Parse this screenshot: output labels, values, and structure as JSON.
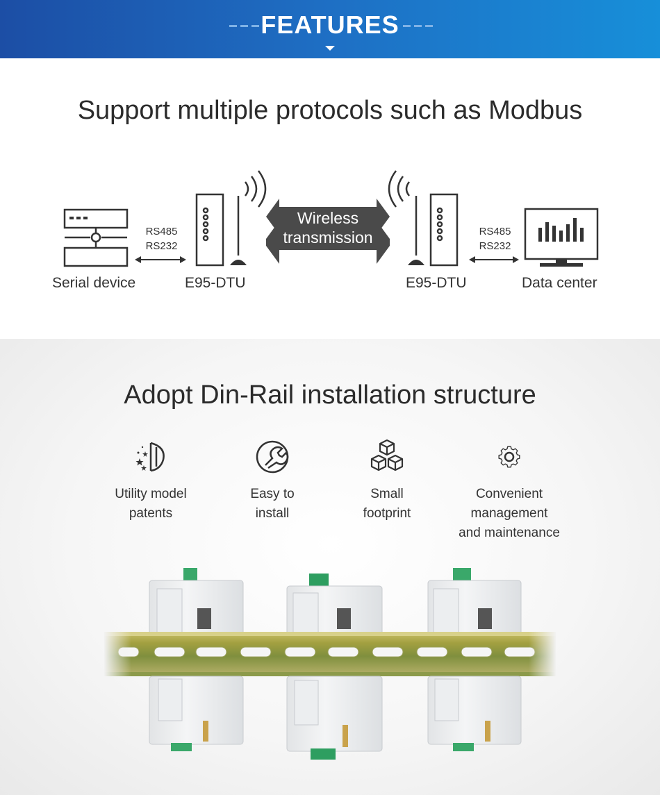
{
  "banner": {
    "title": "FEATURES"
  },
  "section1": {
    "title": "Support multiple protocols such as Modbus",
    "nodes": {
      "serial_device": "Serial device",
      "dtu_left": "E95-DTU",
      "dtu_right": "E95-DTU",
      "data_center": "Data center"
    },
    "links": {
      "left_line1": "RS485",
      "left_line2": "RS232",
      "right_line1": "RS485",
      "right_line2": "RS232"
    },
    "wireless": {
      "line1": "Wireless",
      "line2": "transmission"
    }
  },
  "section2": {
    "title": "Adopt Din-Rail installation structure",
    "features": [
      {
        "icon": "patent-icon",
        "line1": "Utility model",
        "line2": "patents",
        "line3": ""
      },
      {
        "icon": "wrench-icon",
        "line1": "Easy to",
        "line2": "install",
        "line3": ""
      },
      {
        "icon": "cubes-icon",
        "line1": "Small",
        "line2": "footprint",
        "line3": ""
      },
      {
        "icon": "gear-icon",
        "line1": "Convenient",
        "line2": "management",
        "line3": "and maintenance"
      }
    ]
  },
  "colors": {
    "banner_start": "#1c4ea5",
    "banner_end": "#178fd9",
    "arrow_dark": "#4a4a4a",
    "terminal_green": "#2fa86b"
  }
}
